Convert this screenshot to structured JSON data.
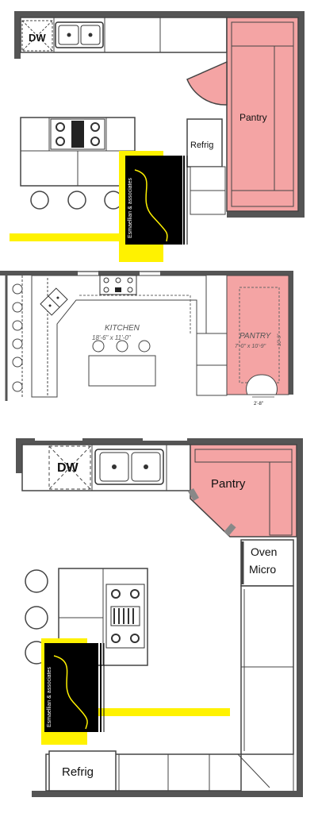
{
  "plan1": {
    "dw": "DW",
    "pantry": "Pantry",
    "refrig": "Refrig",
    "brand": "Esmaellian & associates"
  },
  "plan2": {
    "kitchen": "KITCHEN",
    "kitchen_dim": "18'-6\" x 11'-0\"",
    "pantry": "PANTRY",
    "pantry_dim": "7'-0\" x 10'-9\"",
    "pantry_side_dim": "10'-9\"",
    "door_dim": "2'-8\""
  },
  "plan3": {
    "dw": "DW",
    "pantry": "Pantry",
    "oven": "Oven",
    "micro": "Micro",
    "refrig": "Refrig",
    "brand": "Esmaellian & associates"
  },
  "colors": {
    "pantry_fill": "#f4a4a4",
    "highlight": "#fff200",
    "wall": "#555555",
    "brand_panel": "#000000"
  }
}
